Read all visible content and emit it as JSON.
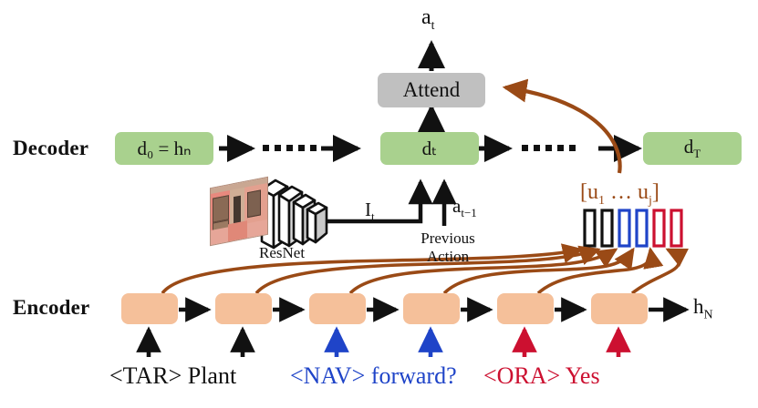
{
  "diagram": {
    "title": "Encoder-decoder with attention over multimodal instruction tokens",
    "rows": {
      "decoder_label": "Decoder",
      "encoder_label": "Encoder"
    },
    "decoder": {
      "boxes": [
        {
          "id": "d0",
          "label": "d₀ = hₙ",
          "tex": "d_0 = h_N"
        },
        {
          "id": "dt",
          "label": "dₜ",
          "tex": "d_t"
        },
        {
          "id": "dT",
          "label": "dₜ",
          "tex": "d_T"
        }
      ],
      "ellipsis": "••••••",
      "color": "#a9d18e"
    },
    "attend": {
      "label": "Attend",
      "output_label": "aₜ",
      "color": "#c0c0c0"
    },
    "inputs": {
      "image_feature_label": "Iₜ",
      "prev_action_label": "aₜ₋₁",
      "prev_action_caption_line1": "Previous",
      "prev_action_caption_line2": "Action",
      "resnet_label": "ResNet"
    },
    "attention_vector": {
      "label": "[u₁ … uⱼ]",
      "color": "#9a4a16",
      "bars": [
        {
          "index": 1,
          "color": "#111111",
          "token": "<TAR>"
        },
        {
          "index": 2,
          "color": "#111111",
          "token": "Plant"
        },
        {
          "index": 3,
          "color": "#1f44c8",
          "token": "<NAV>"
        },
        {
          "index": 4,
          "color": "#1f44c8",
          "token": "forward?"
        },
        {
          "index": 5,
          "color": "#cc1030",
          "token": "<ORA>"
        },
        {
          "index": 6,
          "color": "#cc1030",
          "token": "Yes"
        }
      ]
    },
    "encoder": {
      "hidden_output_label": "hₙ",
      "color": "#f5c09a",
      "cells": [
        {
          "index": 1,
          "token": "<TAR>",
          "arrow_color": "#111111"
        },
        {
          "index": 2,
          "token": "Plant",
          "arrow_color": "#111111"
        },
        {
          "index": 3,
          "token": "<NAV>",
          "arrow_color": "#1f44c8"
        },
        {
          "index": 4,
          "token": "forward?",
          "arrow_color": "#1f44c8"
        },
        {
          "index": 5,
          "token": "<ORA>",
          "arrow_color": "#cc1030"
        },
        {
          "index": 6,
          "token": "Yes",
          "arrow_color": "#cc1030"
        }
      ]
    },
    "bottom_text": {
      "seg1": "<TAR> Plant",
      "seg2": "<NAV> forward?",
      "seg3": "<ORA> Yes"
    },
    "colors": {
      "decoder_green": "#a9d18e",
      "encoder_peach": "#f5c09a",
      "attend_gray": "#c0c0c0",
      "attention_brown": "#9a4a16",
      "nav_blue": "#1f44c8",
      "ora_red": "#cc1030",
      "black": "#111111"
    }
  }
}
